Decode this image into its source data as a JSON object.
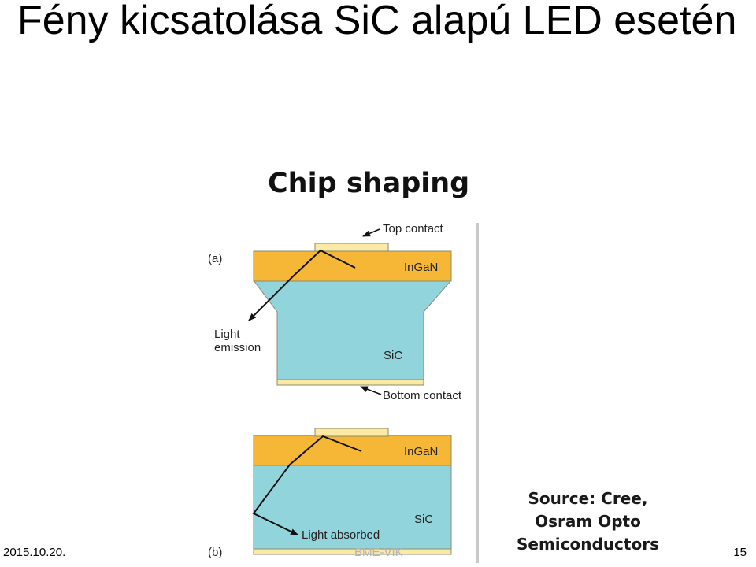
{
  "slide": {
    "title": "Fény kicsatolása SiC alapú LED esetén",
    "footer_date": "2015.10.20.",
    "footer_center": "BME-VIK",
    "page_number": "15"
  },
  "figure": {
    "heading": "Chip shaping",
    "panel_a": {
      "label": "(a)",
      "top_contact": "Top contact",
      "ingan": "InGaN",
      "light_emission_line1": "Light",
      "light_emission_line2": "emission",
      "sic": "SiC",
      "bottom_contact": "Bottom contact"
    },
    "panel_b": {
      "label": "(b)",
      "ingan": "InGaN",
      "sic": "SiC",
      "light_absorbed": "Light absorbed"
    },
    "source_line1": "Source: Cree,",
    "source_line2": "Osram Opto",
    "source_line3": "Semiconductors"
  },
  "colors": {
    "ingan": "#f5b735",
    "sic": "#92d4dc",
    "contact": "#fbe9a4",
    "divider": "#c8c8c8"
  }
}
